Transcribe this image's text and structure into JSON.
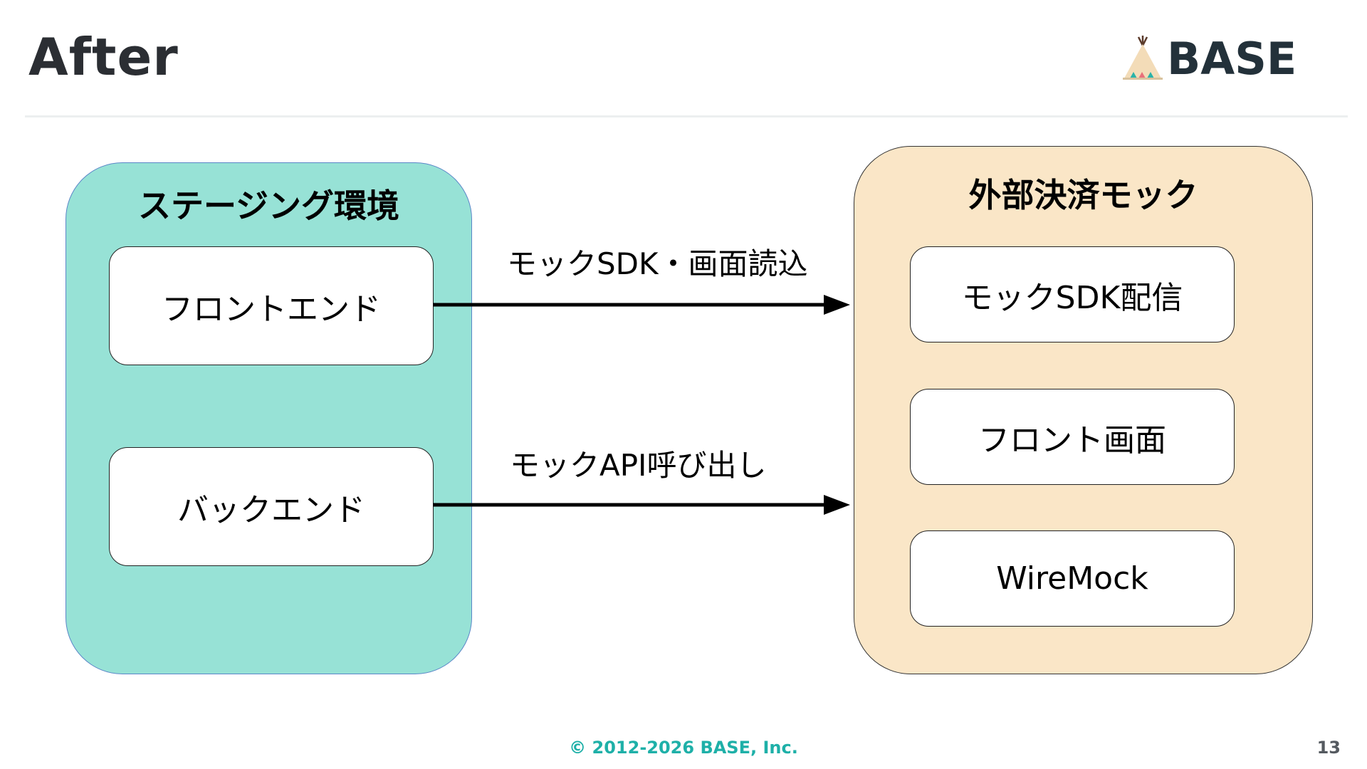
{
  "slide": {
    "title": "After",
    "logo_text": "BASE",
    "footer": "© 2012-2026 BASE, Inc.",
    "page_number": "13"
  },
  "staging": {
    "title": "ステージング環境",
    "frontend": "フロントエンド",
    "backend": "バックエンド"
  },
  "mock": {
    "title": "外部決済モック",
    "sdk_delivery": "モックSDK配信",
    "front_screen": "フロント画面",
    "wiremock": "WireMock"
  },
  "arrows": {
    "top_label": "モックSDK・画面読込",
    "bottom_label": "モックAPI呼び出し"
  },
  "colors": {
    "staging_fill": "#97e2d6",
    "mock_fill": "#fae6c7",
    "footer_accent": "#1eb0a8"
  }
}
